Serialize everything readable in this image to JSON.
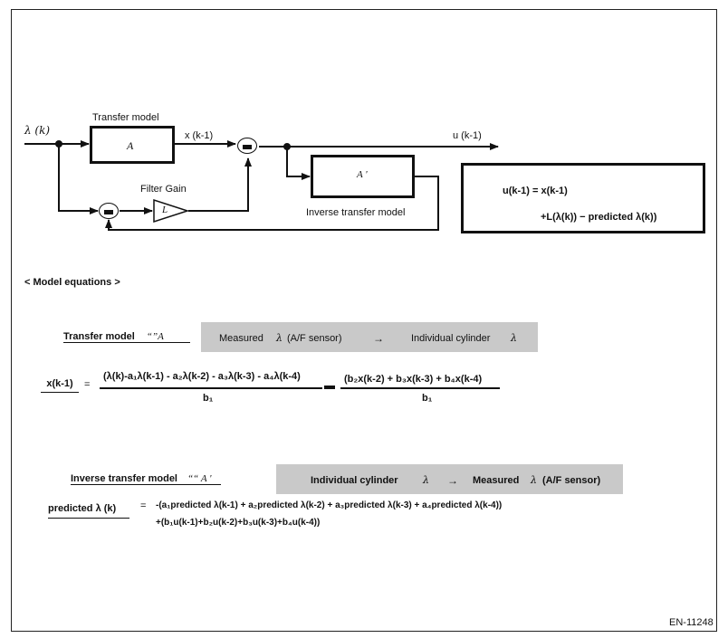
{
  "diagram": {
    "input_label": "λ  (k)",
    "transfer_model_label": "Transfer model",
    "A_label": "A",
    "x_label": "x (k-1)",
    "u_label": "u (k-1)",
    "filter_gain_label": "Filter Gain",
    "L_label": "L",
    "A_prime_label": "A '",
    "inverse_model_label": "Inverse transfer model",
    "eq_u_line1": "u(k-1) = x(k-1)",
    "eq_u_line2": "+L(λ(k))  − predicted λ(k))"
  },
  "section_title": "< Model equations >",
  "transfer": {
    "label": "Transfer model",
    "label_sym": "“”A",
    "measured": "Measured",
    "lambda_af": "(A/F sensor)",
    "arrow": "→",
    "individual": "Individual cylinder",
    "lambda": "λ",
    "lhs": "x(k-1)",
    "equals": "=",
    "num1": "(λ(k)-a₁λ(k-1) - a₂λ(k-2) - a₃λ(k-3) - a₄λ(k-4)",
    "den1": "b₁",
    "num2": "(b₂x(k-2) +  b₃x(k-3) +  b₄x(k-4)",
    "den2": "b₁"
  },
  "inverse": {
    "label": "Inverse transfer model",
    "label_sym": "““ A '",
    "individual": "Individual cylinder",
    "lambda": "λ",
    "arrow": "→",
    "measured": "Measured",
    "lambda_af": "(A/F sensor)",
    "lhs": "predicted  λ (k)",
    "equals": "=",
    "rhs_line1": "-(a₁predicted λ(k-1)  +   a₂predicted λ(k-2) +   a₃predicted λ(k-3) +   a₄predicted λ(k-4))",
    "rhs_line2": "+(b₁u(k-1)+b₂u(k-2)+b₃u(k-3)+b₄u(k-4))"
  },
  "figure_code": "EN-11248"
}
